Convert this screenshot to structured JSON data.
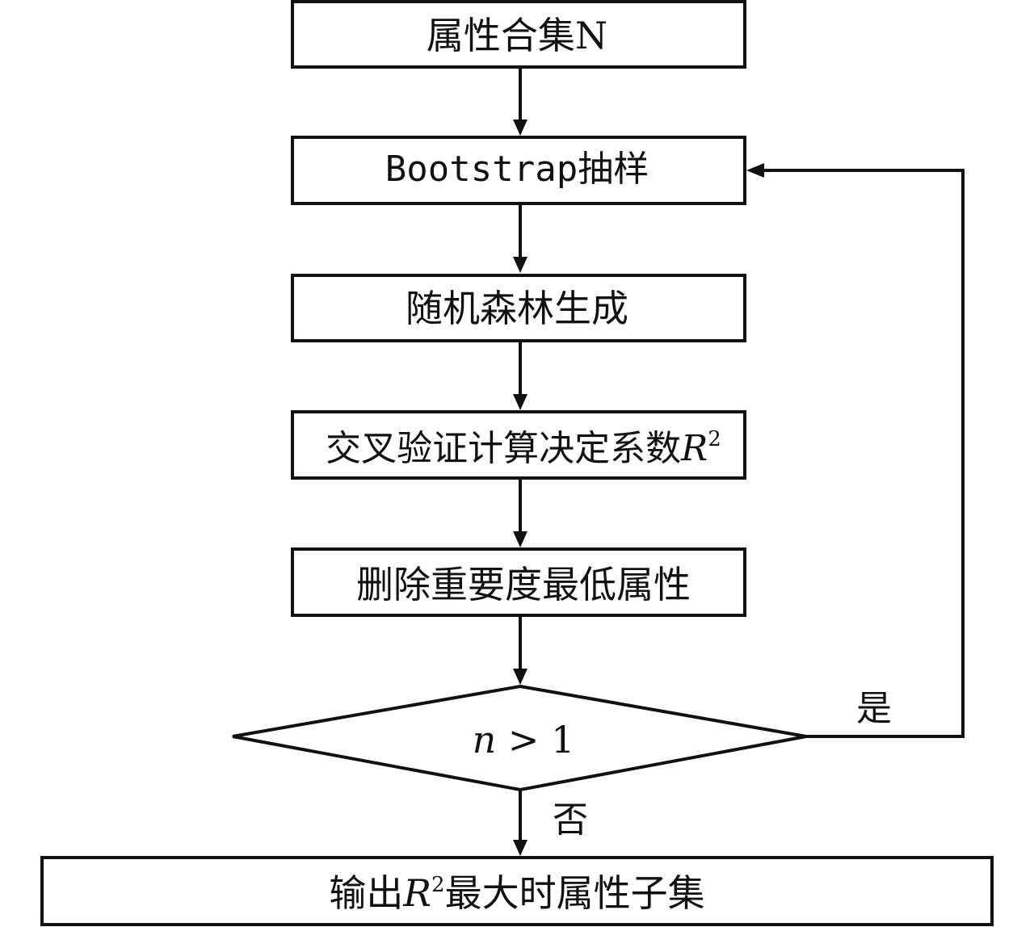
{
  "diagram": {
    "nodes": {
      "attribute_set": {
        "text": "属性合集N"
      },
      "bootstrap": {
        "text_a": "Bootstrap",
        "text_b": "抽样"
      },
      "rf_gen": {
        "text": "随机森林生成"
      },
      "cv_r2": {
        "text_a": "交叉验证计算决定系数",
        "var": "R",
        "sup": "2"
      },
      "delete_attr": {
        "text": "删除重要度最低属性"
      },
      "decision": {
        "var": "n",
        "op": " > 1"
      },
      "output": {
        "text_a": "输出",
        "var": "R",
        "sup": "2",
        "text_b": "最大时属性子集"
      }
    },
    "edges": {
      "yes_label": "是",
      "no_label": "否"
    }
  }
}
